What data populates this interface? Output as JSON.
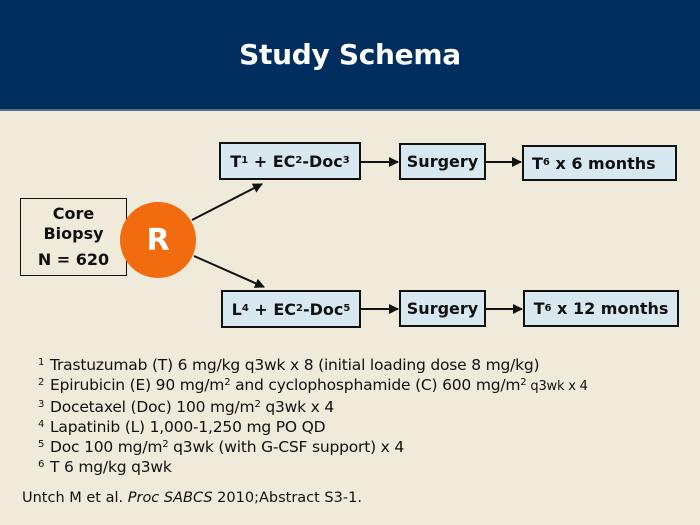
{
  "header": {
    "title": "Study Schema"
  },
  "colors": {
    "header_bg": "#002e5f",
    "background": "#f0eadb",
    "box_fill": "#d8e8f1",
    "randomize_circle": "#f26b0f"
  },
  "schema": {
    "enrollment": {
      "line1": "Core",
      "line2": "Biopsy",
      "n": "N = 620"
    },
    "randomize": {
      "label": "R"
    },
    "arms": [
      {
        "treatment": {
          "a": "T",
          "a_sup": "1",
          "mid": " + EC",
          "mid_sup": "2",
          "end": "-Doc",
          "end_sup": "3"
        },
        "surgery": "Surgery",
        "maintenance": {
          "a": "T",
          "a_sup": "6",
          "rest": " x 6 months"
        }
      },
      {
        "treatment": {
          "a": "L",
          "a_sup": "4",
          "mid": " + EC",
          "mid_sup": "2",
          "end": "-Doc",
          "end_sup": "5"
        },
        "surgery": "Surgery",
        "maintenance": {
          "a": "T",
          "a_sup": "6",
          "rest": " x 12 months"
        }
      }
    ]
  },
  "footnotes": [
    {
      "num": "1",
      "text": "Trastuzumab (T) 6 mg/kg q3wk x 8 (initial loading dose 8 mg/kg)"
    },
    {
      "num": "2",
      "text": "Epirubicin (E) 90 mg/m",
      "sup1": "2",
      "text2": " and cyclophosphamide (C) 600 mg/m",
      "sup2": "2",
      "small": " q3wk x 4"
    },
    {
      "num": "3",
      "text": "Docetaxel (Doc) 100 mg/m",
      "sup1": "2",
      "text2": " q3wk x 4"
    },
    {
      "num": "4",
      "text": "Lapatinib (L) 1,000-1,250 mg PO QD"
    },
    {
      "num": "5",
      "text": "Doc 100 mg/m",
      "sup1": "2",
      "text2": " q3wk (with G-CSF support) x 4"
    },
    {
      "num": "6",
      "text": "T 6 mg/kg q3wk"
    }
  ],
  "citation": {
    "authors": "Untch M et al. ",
    "journal": "Proc SABCS",
    "rest": " 2010;Abstract S3-1."
  }
}
